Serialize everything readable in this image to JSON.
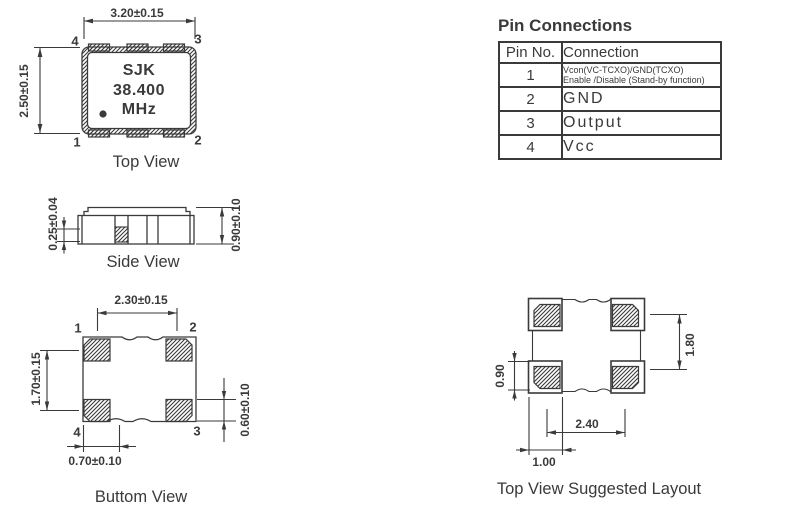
{
  "colors": {
    "ink": "#3a3a3a",
    "background": "#ffffff"
  },
  "top_view": {
    "caption": "Top View",
    "dim_width": "3.20±0.15",
    "dim_height": "2.50±0.15",
    "marking_line1": "SJK",
    "marking_line2": "38.400",
    "marking_line3": "MHz",
    "pin_top_left": "4",
    "pin_top_right": "3",
    "pin_bottom_left": "1",
    "pin_bottom_right": "2"
  },
  "side_view": {
    "caption": "Side View",
    "dim_pad_thickness": "0.25±0.04",
    "dim_height": "0.90±0.10"
  },
  "bottom_view": {
    "caption": "Buttom View",
    "dim_pad_pitch_x": "2.30±0.15",
    "dim_pad_pitch_y": "1.70±0.15",
    "dim_pad_height": "0.60±0.10",
    "dim_pad_width": "0.70±0.10",
    "pin_top_left": "1",
    "pin_top_right": "2",
    "pin_bottom_left": "4",
    "pin_bottom_right": "3"
  },
  "layout_view": {
    "caption": "Top View Suggested Layout",
    "dim_pad_height": "0.90",
    "dim_pitch_y": "1.80",
    "dim_pitch_x": "2.40",
    "dim_pad_width": "1.00"
  },
  "pin_table": {
    "title": "Pin Connections",
    "headers": [
      "Pin No.",
      "Connection"
    ],
    "rows": [
      {
        "pin": "1",
        "connection": "Vcon(VC-TCXO)/GND(TCXO)",
        "connection_note": "Enable /Disable (Stand-by function)"
      },
      {
        "pin": "2",
        "connection": "GND"
      },
      {
        "pin": "3",
        "connection": "Output"
      },
      {
        "pin": "4",
        "connection": "Vcc"
      }
    ]
  }
}
